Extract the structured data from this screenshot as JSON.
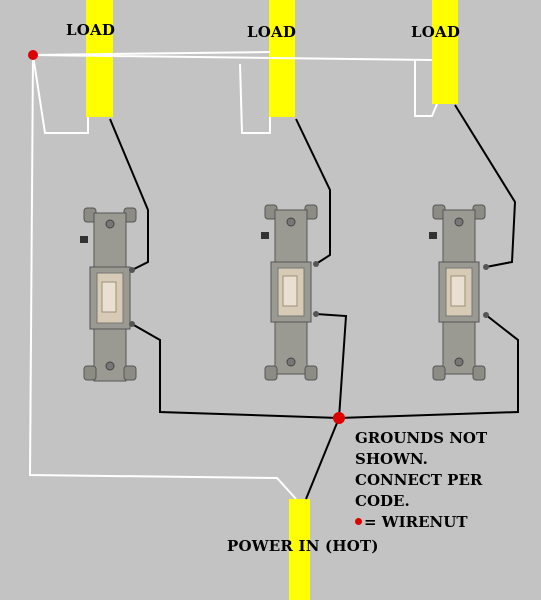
{
  "labels": {
    "load_1": "LOAD",
    "load_2": "LOAD",
    "load_3": "LOAD",
    "power_in": "POWER IN (HOT)"
  },
  "note": {
    "line1": "GROUNDS NOT",
    "line2": "SHOWN.",
    "line3": "CONNECT PER",
    "line4": "CODE.",
    "legend_text": "= WIRENUT"
  },
  "colors": {
    "background": "#c3c3c3",
    "cable": "#ffff00",
    "hot_wire": "#000000",
    "neutral_wire": "#ffffff",
    "wirenut": "#dd0000",
    "switch_body": "#9a9a92",
    "toggle": "#d8cbb6"
  },
  "switches": [
    {
      "name": "switch-1"
    },
    {
      "name": "switch-2"
    },
    {
      "name": "switch-3"
    }
  ]
}
